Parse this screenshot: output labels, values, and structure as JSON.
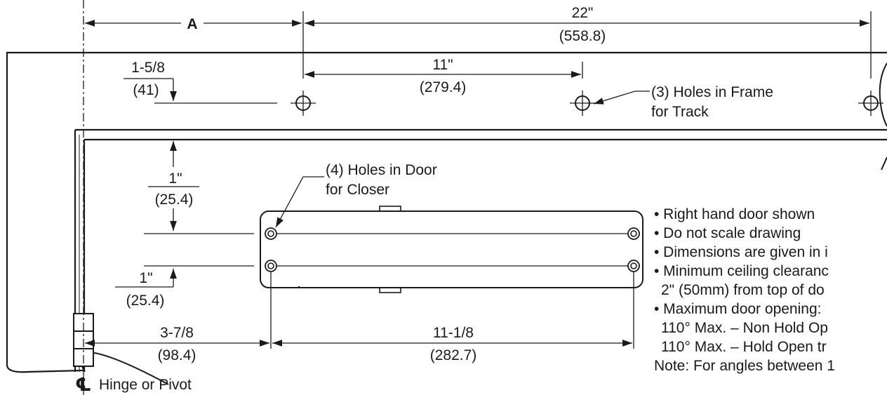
{
  "dimensions": {
    "A": "A",
    "d22_in": "22\"",
    "d22_mm": "(558.8)",
    "d11_in": "11\"",
    "d11_mm": "(279.4)",
    "d158_in": "1-5/8",
    "d158_mm": "(41)",
    "d1a_in": "1\"",
    "d1a_mm": "(25.4)",
    "d1b_in": "1\"",
    "d1b_mm": "(25.4)",
    "d378_in": "3-7/8",
    "d378_mm": "(98.4)",
    "d1118_in": "11-1/8",
    "d1118_mm": "(282.7)"
  },
  "callouts": {
    "frame_holes_1": "(3) Holes in Frame",
    "frame_holes_2": "for Track",
    "door_holes_1": "(4) Holes in Door",
    "door_holes_2": "for Closer",
    "centerline_symbol": "℄",
    "hinge_label": "Hinge or Pivot"
  },
  "notes": [
    "• Right hand door shown",
    "• Do not scale drawing",
    "• Dimensions are given in i",
    "• Minimum ceiling clearanc",
    "2\" (50mm) from top of do",
    "• Maximum door opening:",
    "110° Max. – Non Hold Op",
    "110° Max. – Hold Open tr",
    "Note: For angles between 1"
  ],
  "colors": {
    "ink": "#1a1a1a",
    "background": "#ffffff"
  }
}
